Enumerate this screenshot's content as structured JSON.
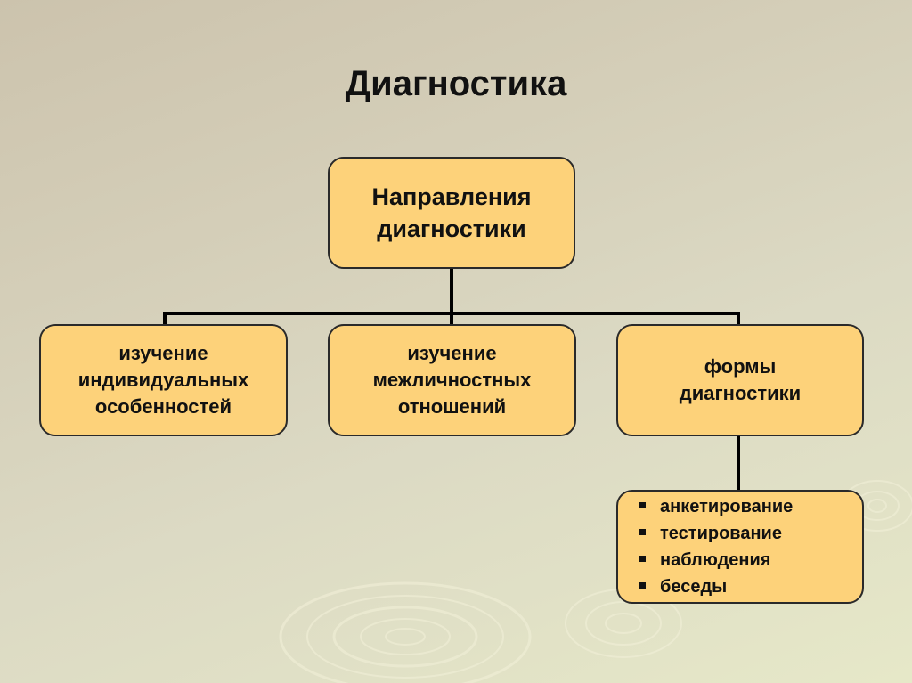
{
  "title": "Диагностика",
  "root": {
    "label_line1": "Направления",
    "label_line2": "диагностики"
  },
  "children": [
    {
      "line1": "изучение",
      "line2": "индивидуальных",
      "line3": "особенностей"
    },
    {
      "line1": "изучение",
      "line2": "межличностных",
      "line3": "отношений"
    },
    {
      "line1": "формы",
      "line2": "диагностики"
    }
  ],
  "methods": [
    "анкетирование",
    "тестирование",
    "наблюдения",
    "беседы"
  ],
  "colors": {
    "box_fill": "#fdd27a",
    "box_border": "#2a2a2a",
    "connector": "#000000",
    "background": "#d4ceb8"
  }
}
